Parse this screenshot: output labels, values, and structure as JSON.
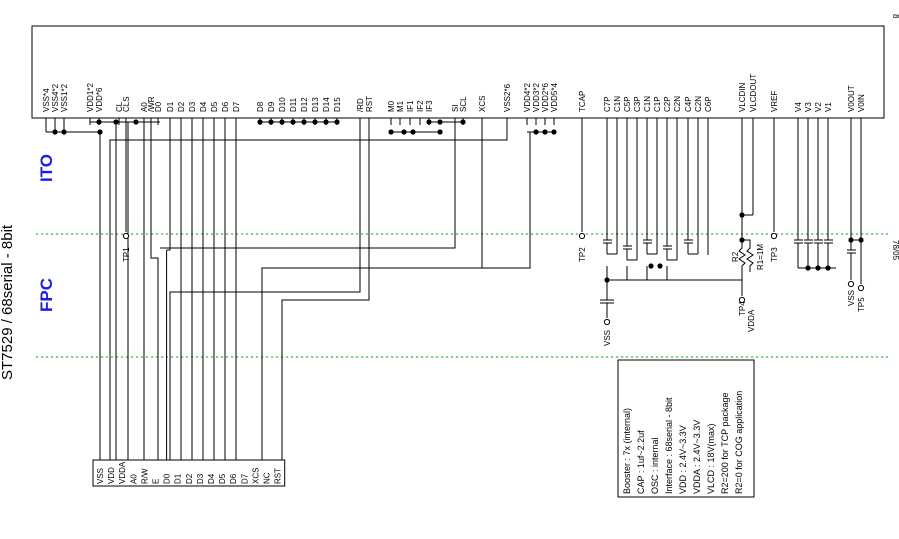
{
  "title": "ST7529 / 68serial - 8bit",
  "page_marks": [
    "8",
    "78/05"
  ],
  "regions": {
    "ito": "ITO",
    "fpc": "FPC"
  },
  "ic_pins": {
    "g1": [
      "VSS*4",
      "VSS4*2",
      "VSS1*2"
    ],
    "g2": [
      "VDD1*2",
      "VDD*6"
    ],
    "g3": [
      "CL",
      "CLS",
      "A0",
      "/WR",
      "D0",
      "D1",
      "D2",
      "D3",
      "D4",
      "D5",
      "D6",
      "D7",
      "D8",
      "D9",
      "D10",
      "D11",
      "D12",
      "D13",
      "D14",
      "D15"
    ],
    "g4": [
      "/RD",
      "RST"
    ],
    "g5": [
      "M0",
      "M1",
      "IF1",
      "IF2",
      "IF3"
    ],
    "g6": [
      "SI",
      "SCL",
      "XCS"
    ],
    "g7": [
      "VSS2*6"
    ],
    "g8": [
      "VDD4*2",
      "VDD3*2",
      "VDD2*6",
      "VDD5*4"
    ],
    "g9": [
      "TCAP"
    ],
    "g10": [
      "C7P",
      "C1N",
      "C5P",
      "C3P",
      "C1N",
      "C1P",
      "C2P",
      "C2N",
      "C4P",
      "C2N",
      "C6P"
    ],
    "g11": [
      "VLCDIN",
      "VLCDOUT"
    ],
    "g12": [
      "VREF"
    ],
    "g13": [
      "V4",
      "V3",
      "V2",
      "V1"
    ],
    "g14": [
      "V0OUT",
      "V0IN"
    ]
  },
  "connector_pins": [
    "VSS",
    "VDD",
    "VDDA",
    "A0",
    "R/W",
    "E",
    "D0",
    "D1",
    "D2",
    "D3",
    "D4",
    "D5",
    "D6",
    "D7",
    "XCS",
    "NC",
    "RST"
  ],
  "test_points": {
    "tp1": "TP1",
    "tp2": "TP2",
    "tp3": "TP3",
    "tp4": "TP4",
    "tp5": "TP5",
    "vdda": "VDDA",
    "vss_a": "VSS",
    "vss_b": "VSS",
    "r2": "R2",
    "r1": "R1=1M"
  },
  "notes": [
    "Booster : 7x (internal)",
    "CAP : 1uf~2.2uf",
    "OSC : internal",
    "Interface : 68serial - 8bit",
    "VDD : 2.4V~3.3V",
    "VDDA : 2.4V~3.3V",
    "VLCD : 18V(max)",
    "R2=200 for TCP package",
    "R2=0 for COG application"
  ]
}
